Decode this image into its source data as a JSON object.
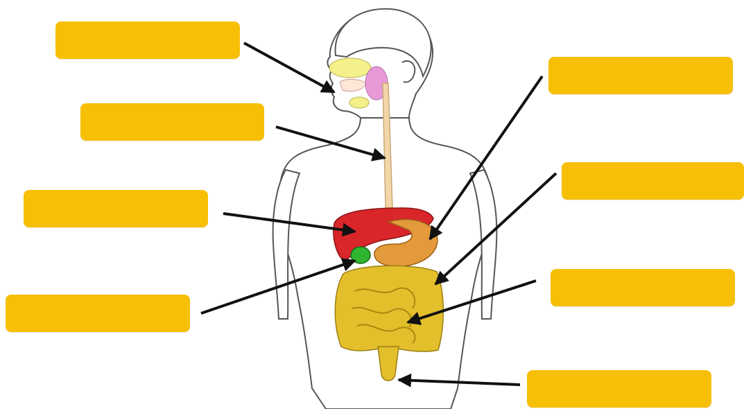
{
  "colors": {
    "label_box": "#f7bf06",
    "skin_outline": "#555555",
    "arrow": "#111111",
    "liver": "#d9262a",
    "gallbladder": "#2fb52f",
    "stomach": "#e39a3a",
    "intestine": "#e3bf2c",
    "esophagus": "#f2d6a8",
    "salivary_gland": "#e89ad8",
    "nasal_area": "#f4f08a"
  },
  "label_boxes": [
    {
      "id": "mouth",
      "text": ""
    },
    {
      "id": "esophagus",
      "text": ""
    },
    {
      "id": "liver",
      "text": ""
    },
    {
      "id": "gallbladder",
      "text": ""
    },
    {
      "id": "stomach",
      "text": ""
    },
    {
      "id": "large-intestine",
      "text": ""
    },
    {
      "id": "small-intestine",
      "text": ""
    },
    {
      "id": "rectum",
      "text": ""
    }
  ]
}
